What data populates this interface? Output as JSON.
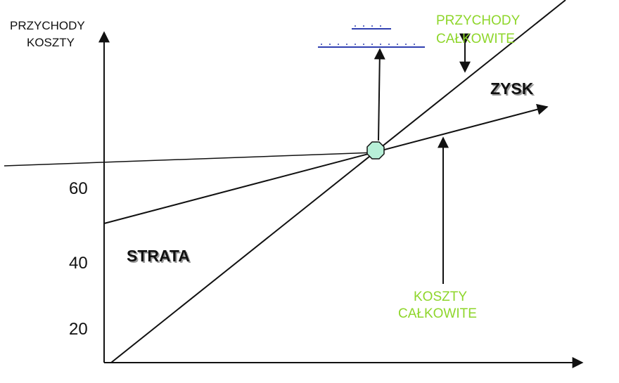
{
  "diagram": {
    "y_axis_title": [
      "PRZYCHODY",
      "KOSZTY"
    ],
    "y_ticks": [
      "60",
      "40",
      "20"
    ],
    "region_labels": {
      "profit": "ZYSK",
      "loss": "STRATA"
    },
    "line_labels": {
      "total_revenue": [
        "PRZYCHODY",
        "CAŁKOWITE"
      ],
      "total_costs": [
        "KOSZTY",
        "CAŁKOWITE"
      ]
    },
    "colors": {
      "lines": "#111111",
      "labels_green": "#8ed62a",
      "break_even_marker": "#b8f0d8",
      "callout_underline": "#2f3fb0"
    },
    "icons": {
      "break_even_marker": "octagon",
      "arrowheads": "triangle"
    }
  }
}
